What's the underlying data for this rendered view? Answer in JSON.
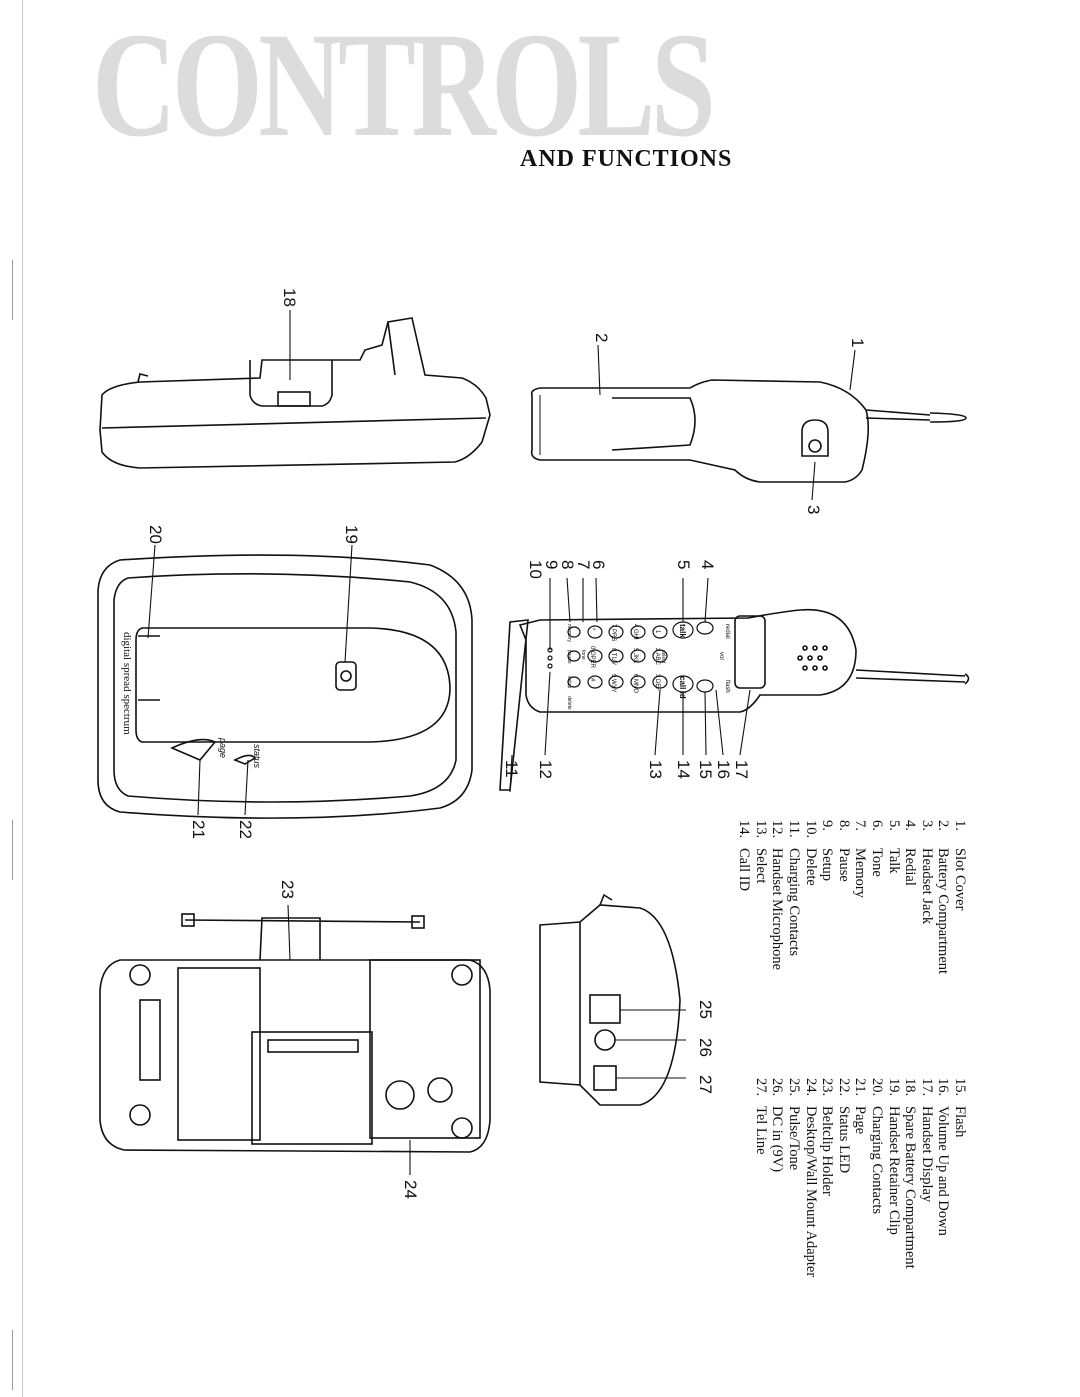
{
  "title": "CONTROLS",
  "subtitle": "AND FUNCTIONS",
  "callouts": [
    "1",
    "2",
    "3",
    "4",
    "5",
    "6",
    "7",
    "8",
    "9",
    "10",
    "11",
    "12",
    "13",
    "14",
    "15",
    "16",
    "17",
    "18",
    "19",
    "20",
    "21",
    "22",
    "23",
    "24",
    "25",
    "26",
    "27"
  ],
  "legend_left": [
    {
      "num": "1.",
      "label": "Slot Cover"
    },
    {
      "num": "2.",
      "label": "Battery Compartment"
    },
    {
      "num": "3.",
      "label": "Headset Jack"
    },
    {
      "num": "4.",
      "label": "Redial"
    },
    {
      "num": "5.",
      "label": "Talk"
    },
    {
      "num": "6.",
      "label": "Tone"
    },
    {
      "num": "7.",
      "label": "Memory"
    },
    {
      "num": "8.",
      "label": "Pause"
    },
    {
      "num": "9.",
      "label": "Setup"
    },
    {
      "num": "10.",
      "label": "Delete"
    },
    {
      "num": "11.",
      "label": "Charging Contacts"
    },
    {
      "num": "12.",
      "label": "Handset Microphone"
    },
    {
      "num": "13.",
      "label": "Select"
    },
    {
      "num": "14.",
      "label": "Call ID"
    }
  ],
  "legend_right": [
    {
      "num": "15.",
      "label": "Flash"
    },
    {
      "num": "16.",
      "label": "Volume Up and Down"
    },
    {
      "num": "17.",
      "label": "Handset Display"
    },
    {
      "num": "18.",
      "label": "Spare Battery Compartment"
    },
    {
      "num": "19.",
      "label": "Handset Retainer Clip"
    },
    {
      "num": "20.",
      "label": "Charging Contacts"
    },
    {
      "num": "21.",
      "label": "Page"
    },
    {
      "num": "22.",
      "label": "Status LED"
    },
    {
      "num": "23.",
      "label": "Beltclip Holder"
    },
    {
      "num": "24.",
      "label": "Desktop/Wall Mount Adapter"
    },
    {
      "num": "25.",
      "label": "Pulse/Tone"
    },
    {
      "num": "26.",
      "label": "DC in (9V)"
    },
    {
      "num": "27.",
      "label": "Tel Line"
    }
  ],
  "base_labels": {
    "brand": "digital spread spectrum",
    "status": "status",
    "page": "page"
  },
  "handset_keys": {
    "talk": "talk",
    "call_id": "call id",
    "redial": "redial",
    "flash": "flash",
    "select": "select",
    "vol": "vol",
    "tone": "tone",
    "memory": "memory",
    "pause": "pause",
    "setup": "setup",
    "delete": "delete",
    "digits": [
      "1",
      "2 ABC",
      "3 DEF",
      "4 GHI",
      "5 JKL",
      "6 MNO",
      "7 PRS",
      "8 TUV",
      "9 WXY",
      "*",
      "0 OPER",
      "#"
    ]
  }
}
